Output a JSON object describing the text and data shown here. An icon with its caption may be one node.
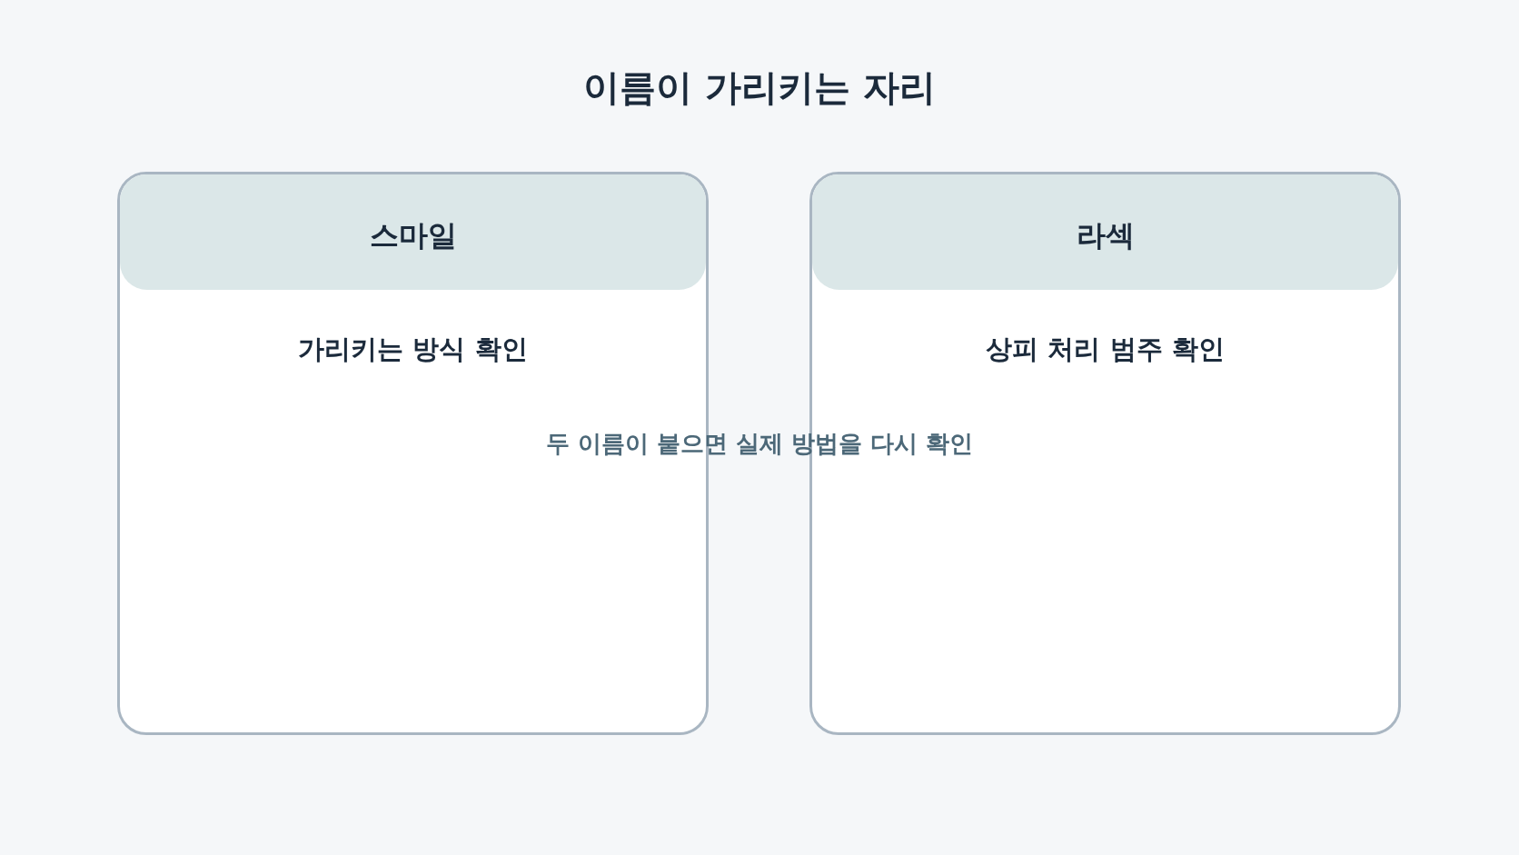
{
  "diagram": {
    "title": "이름이 가리키는 자리",
    "nodes": [
      {
        "text": [
          "스마일",
          "가리키는 방식 확인"
        ]
      },
      {
        "text": [
          "라섹",
          "상피 처리 범주 확인"
        ]
      }
    ],
    "labels": [
      "두 이름이 붙으면 실제 방법을 다시 확인"
    ]
  }
}
